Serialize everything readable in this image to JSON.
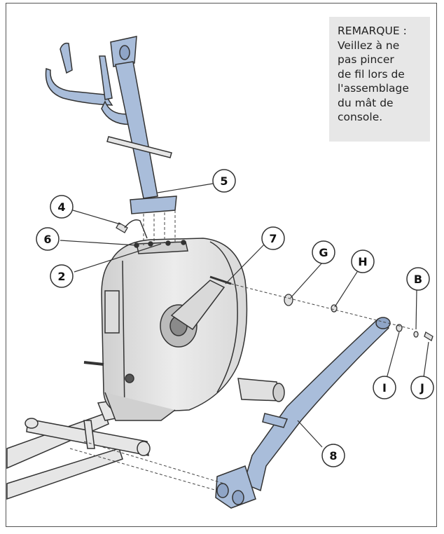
{
  "note": {
    "lines": [
      "REMARQUE :",
      "Veillez à ne",
      "pas pincer",
      "de fil lors de",
      "l'assemblage",
      "du mât de",
      "console."
    ]
  },
  "callouts": {
    "c5": "5",
    "c4": "4",
    "c6": "6",
    "c2": "2",
    "c7": "7",
    "cG": "G",
    "cH": "H",
    "cB": "B",
    "cI": "I",
    "cJ": "J",
    "c8": "8"
  },
  "colors": {
    "highlight_blue": "#a9bdda",
    "frame_gray": "#e6e6e6",
    "outline": "#333333",
    "note_bg": "#e7e7e7"
  }
}
